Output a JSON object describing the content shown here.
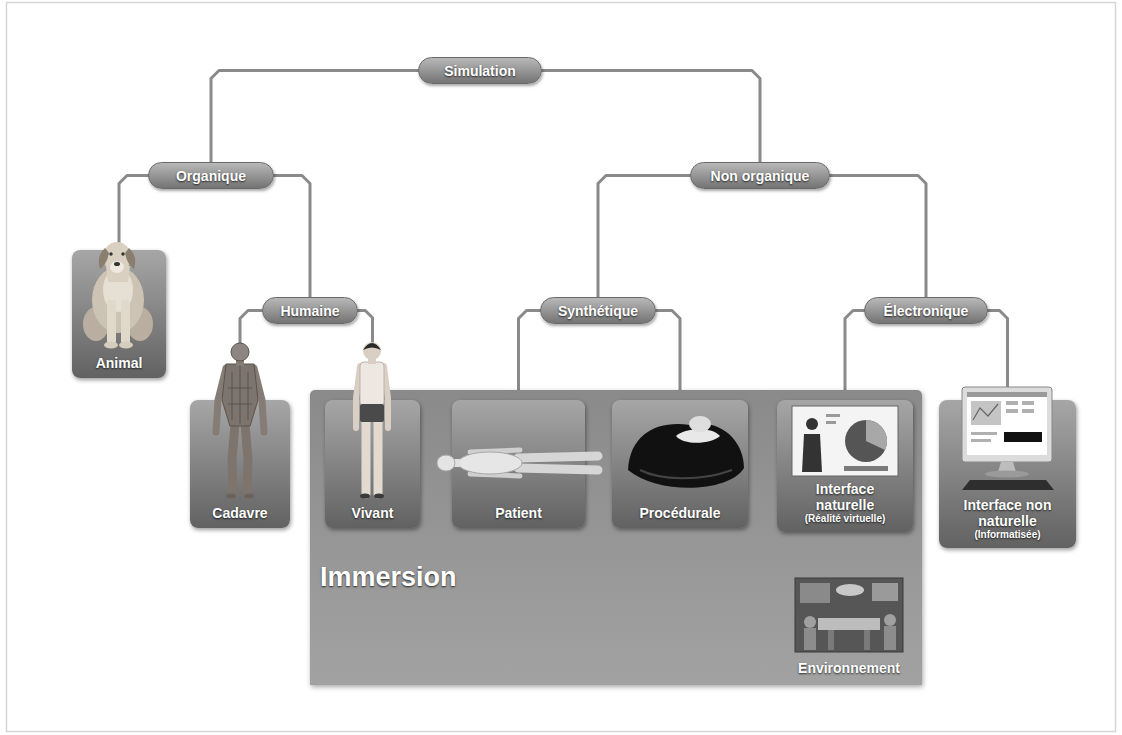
{
  "diagram": {
    "nodes": [
      {
        "text": [
          "Simulation"
        ]
      },
      {
        "text": [
          "Organique"
        ]
      },
      {
        "text": [
          "Non organique"
        ]
      },
      {
        "text": [
          "Animal"
        ]
      },
      {
        "text": [
          "Humaine"
        ]
      },
      {
        "text": [
          "Synthétique"
        ]
      },
      {
        "text": [
          "Électronique"
        ]
      },
      {
        "text": [
          "Cadavre"
        ]
      },
      {
        "text": [
          "Immersion"
        ]
      },
      {
        "text": [
          "Vivant"
        ],
        "in": 8
      },
      {
        "text": [
          "Patient"
        ],
        "in": 8
      },
      {
        "text": [
          "Procédurale"
        ],
        "in": 8
      },
      {
        "text": [
          "Interface naturelle",
          "(Réalité virtuelle)"
        ],
        "in": 8
      },
      {
        "text": [
          "Environnement"
        ],
        "in": 8
      },
      {
        "text": [
          "Interface non naturelle",
          "(Informatisée)"
        ]
      }
    ],
    "edges": [
      {
        "from": 0,
        "to": 1,
        "arrow": "none"
      },
      {
        "from": 0,
        "to": 2,
        "arrow": "none"
      },
      {
        "from": 1,
        "to": 3,
        "arrow": "none"
      },
      {
        "from": 1,
        "to": 4,
        "arrow": "none"
      },
      {
        "from": 2,
        "to": 5,
        "arrow": "none"
      },
      {
        "from": 2,
        "to": 6,
        "arrow": "none"
      },
      {
        "from": 4,
        "to": 7,
        "arrow": "none"
      },
      {
        "from": 4,
        "to": 9,
        "arrow": "none"
      },
      {
        "from": 5,
        "to": 10,
        "arrow": "none"
      },
      {
        "from": 5,
        "to": 11,
        "arrow": "none"
      },
      {
        "from": 6,
        "to": 12,
        "arrow": "none"
      },
      {
        "from": 6,
        "to": 14,
        "arrow": "none"
      }
    ]
  }
}
